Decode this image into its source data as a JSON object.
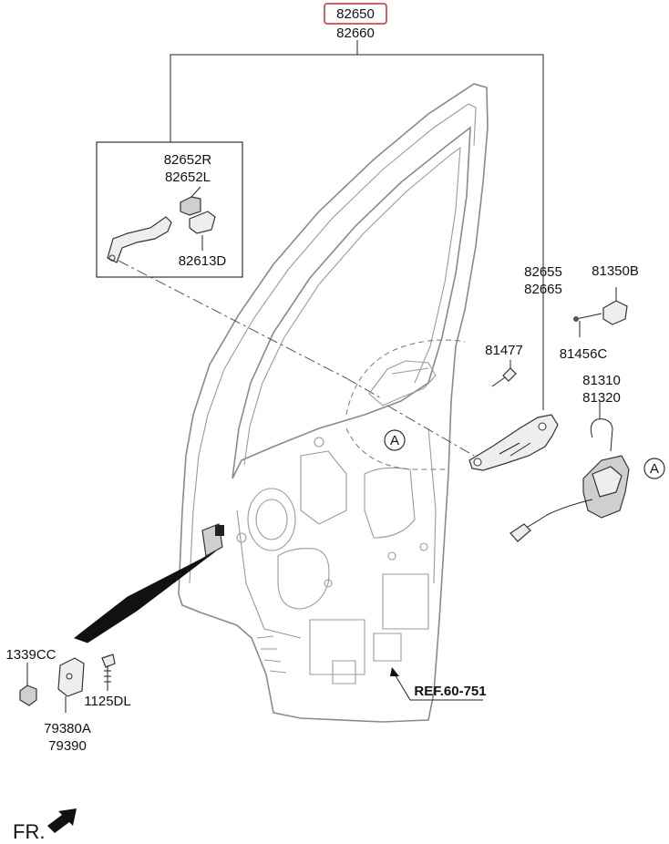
{
  "part_labels": {
    "p82650": "82650",
    "p82660": "82660",
    "p82652R": "82652R",
    "p82652L": "82652L",
    "p82613D": "82613D",
    "p82655": "82655",
    "p82665": "82665",
    "p81350B": "81350B",
    "p81456C": "81456C",
    "p81477": "81477",
    "p81310": "81310",
    "p81320": "81320",
    "p1339CC": "1339CC",
    "p1125DL": "1125DL",
    "p79380A": "79380A",
    "p79390": "79390"
  },
  "callouts": {
    "a1": "A",
    "a2": "A"
  },
  "reference": "REF.60-751",
  "direction": "FR.",
  "colors": {
    "highlight_box": "#d12a2a",
    "line": "#222222",
    "door_outline": "#8a8a8a"
  }
}
